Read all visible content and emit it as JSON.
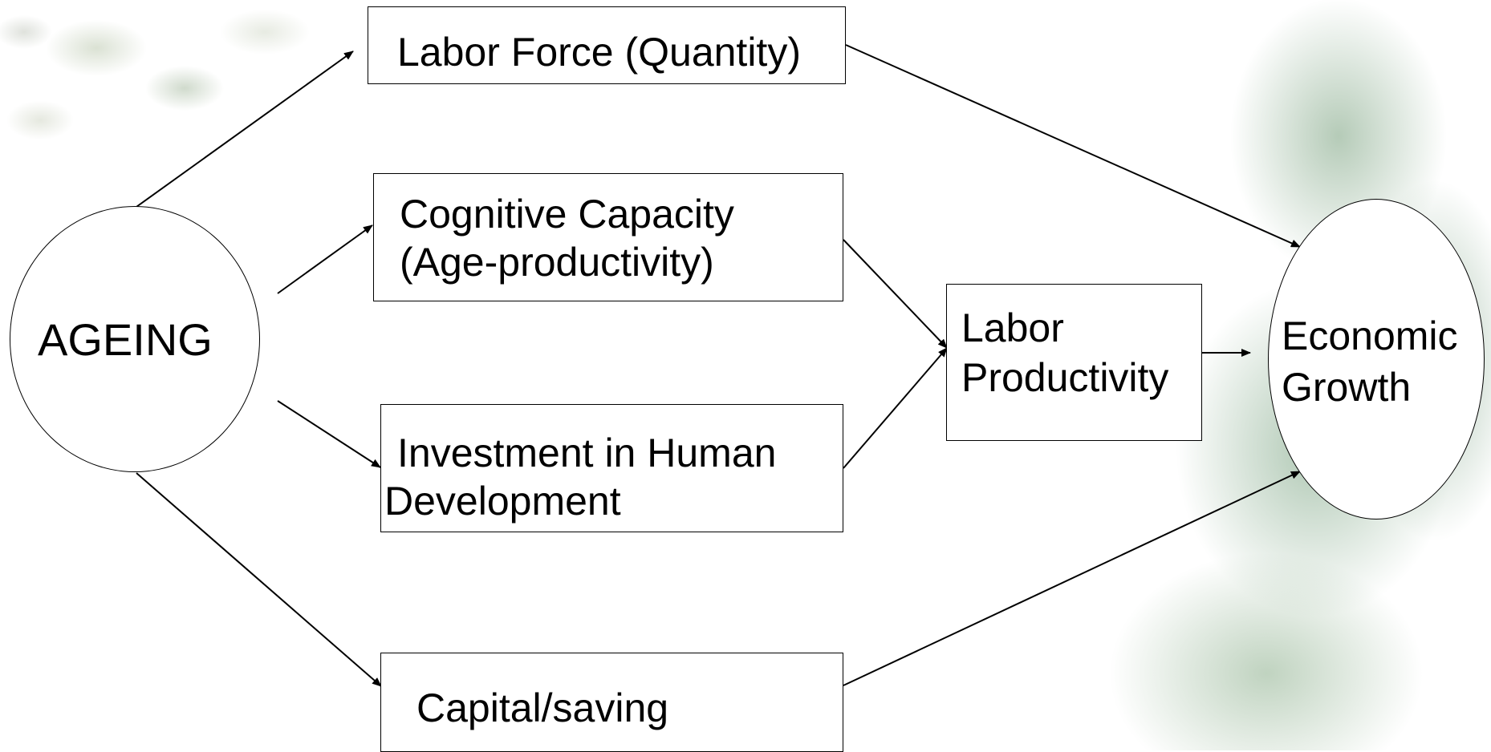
{
  "diagram": {
    "ageing": "AGEING",
    "labor_force": "Labor Force (Quantity)",
    "cognitive_line1": "Cognitive Capacity",
    "cognitive_line2": "(Age-productivity)",
    "investment_line1": "Investment in Human",
    "investment_line2": "Development",
    "capital": "Capital/saving",
    "productivity_line1": "Labor",
    "productivity_line2": "Productivity",
    "growth_line1": "Economic",
    "growth_line2": "Growth"
  }
}
